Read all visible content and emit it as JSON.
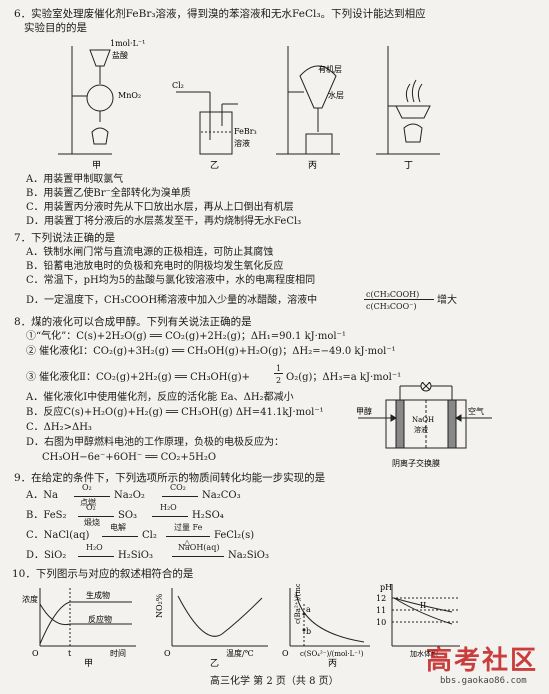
{
  "q6": {
    "stem1": "6．实验室处理废催化剂FeBr₃溶液，得到溴的苯溶液和无水FeCl₃。下列设计能达到相应",
    "stem2": "实验目的的是",
    "fig_labels": {
      "hcl": "1mol·L⁻¹",
      "hcl2": "盐酸",
      "mno2": "MnO₂",
      "cl2": "Cl₂",
      "febr3": "FeBr₃",
      "febr3b": "溶液",
      "organic": "有机层",
      "water": "水层",
      "jia": "甲",
      "yi": "乙",
      "bing": "丙",
      "ding": "丁"
    },
    "options": [
      "A．用装置甲制取氯气",
      "B．用装置乙使Br⁻全部转化为溴单质",
      "C．用装置丙分液时先从下口放出水层，再从上口倒出有机层",
      "D．用装置丁将分液后的水层蒸发至干，再灼烧制得无水FeCl₃"
    ]
  },
  "q7": {
    "stem": "7．下列说法正确的是",
    "options": [
      "A．铁制水闸门常与直流电源的正极相连，可防止其腐蚀",
      "B．铅蓄电池放电时的负极和充电时的阴极均发生氧化反应",
      "C．常温下，pH均为5的盐酸与氯化铵溶液中，水的电离程度相同",
      "D．一定温度下，CH₃COOH稀溶液中加入少量的冰醋酸，溶液中"
    ],
    "frac_top": "c(CH₃COOH)",
    "frac_bottom": "c(CH₃COO⁻)",
    "frac_tail": "增大"
  },
  "q8": {
    "stem": "8．煤的液化可以合成甲醇。下列有关说法正确的是",
    "reactions": [
      "①“气化”：C(s)+2H₂O(g) ══ CO₂(g)+2H₂(g)；ΔH₁=90.1 kJ·mol⁻¹",
      "② 催化液化Ⅰ：CO₂(g)+3H₂(g) ══ CH₃OH(g)+H₂O(g)；ΔH₂=−49.0 kJ·mol⁻¹",
      "③ 催化液化Ⅱ：CO₂(g)+2H₂(g) ══ CH₃OH(g)+"
    ],
    "r3_tail": "O₂(g)；ΔH₃=a kJ·mol⁻¹",
    "frac_half_top": "1",
    "frac_half_bottom": "2",
    "options": [
      "A．催化液化Ⅰ中使用催化剂，反应的活化能 Ea、ΔH₂都减小",
      "B．反应C(s)+H₂O(g)+H₂(g) ══ CH₃OH(g) ΔH=41.1kJ·mol⁻¹",
      "C．ΔH₂>ΔH₃",
      "D．右图为甲醇燃料电池的工作原理，负极的电极反应为：",
      "CH₃OH−6e⁻+6OH⁻ ══ CO₂+5H₂O"
    ],
    "cell": {
      "methanol": "甲醇",
      "air": "空气",
      "naoh": "NaOH",
      "solution": "溶液",
      "membrane": "阴离子交换膜"
    }
  },
  "q9": {
    "stem": "9．在给定的条件下，下列选项所示的物质间转化均能一步实现的是",
    "options": [
      {
        "a": "A．Na",
        "c1top": "O₂",
        "c1bot": "点燃",
        "b": "Na₂O₂",
        "c2top": "CO₂",
        "c2bot": "",
        "d": "Na₂CO₃"
      },
      {
        "a": "B．FeS₂",
        "c1top": "O₂",
        "c1bot": "煅烧",
        "b": "SO₃",
        "c2top": "H₂O",
        "c2bot": "",
        "d": "H₂SO₄"
      },
      {
        "a": "C．NaCl(aq)",
        "c1top": "电解",
        "c1bot": "",
        "b": "Cl₂",
        "c2top": "过量 Fe",
        "c2bot": "△",
        "d": "FeCl₂(s)"
      },
      {
        "a": "D．SiO₂",
        "c1top": "H₂O",
        "c1bot": "",
        "b": "H₂SiO₃",
        "c2top": "NaOH(aq)",
        "c2bot": "",
        "d": "Na₂SiO₃"
      }
    ]
  },
  "q10": {
    "stem": "10．下列图示与对应的叙述相符合的是",
    "graphs": {
      "jia": {
        "ylabel": "浓度",
        "xlabel": "时间",
        "product": "生成物",
        "reactant": "反应物",
        "t": "t",
        "origin": "O",
        "name": "甲"
      },
      "yi": {
        "ylabel": "NO₂%",
        "xlabel": "温度/℃",
        "origin": "O",
        "name": "乙"
      },
      "bing": {
        "ylabel": "c(Ba²⁺)/(mol·L⁻¹)",
        "xlabel": "c(SO₄²⁻)/(mol·L⁻¹)",
        "a": "a",
        "b": "b",
        "origin": "O",
        "name": "丙"
      },
      "ding": {
        "ylabel": "pH",
        "t12": "12",
        "t11": "11",
        "t10": "10",
        "curve2": "II",
        "xlabel": "加水体积"
      }
    }
  },
  "footer": "高三化学   第 2 页（共 8 页）",
  "watermark": "高考社区",
  "watermark_url": "bbs.gaokao86.com"
}
